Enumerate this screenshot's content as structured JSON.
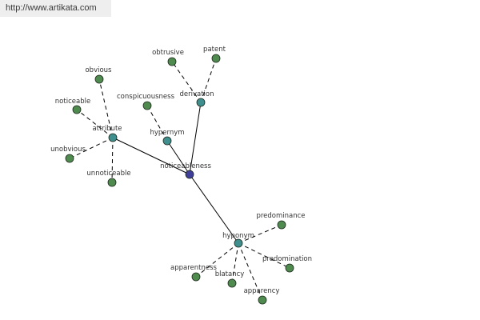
{
  "watermark": {
    "text": "http://www.artikata.com"
  },
  "colors": {
    "root": "#3f3f99",
    "relation": "#3f8f8f",
    "leaf": "#4f8a4f",
    "edge": "#000000"
  },
  "graph": {
    "root": {
      "id": "noticeableness",
      "label": "noticeableness"
    },
    "relations": [
      {
        "id": "attribute",
        "label": "attribute",
        "leaves": [
          "obvious",
          "noticeable",
          "unobvious",
          "unnoticeable"
        ]
      },
      {
        "id": "hypernym",
        "label": "hypernym",
        "leaves": [
          "conspicuousness"
        ]
      },
      {
        "id": "derivation",
        "label": "derivation",
        "leaves": [
          "obtrusive",
          "patent"
        ]
      },
      {
        "id": "hyponym",
        "label": "hyponym",
        "leaves": [
          "predominance",
          "predomination",
          "apparentness",
          "blatancy",
          "apparency"
        ]
      }
    ]
  }
}
